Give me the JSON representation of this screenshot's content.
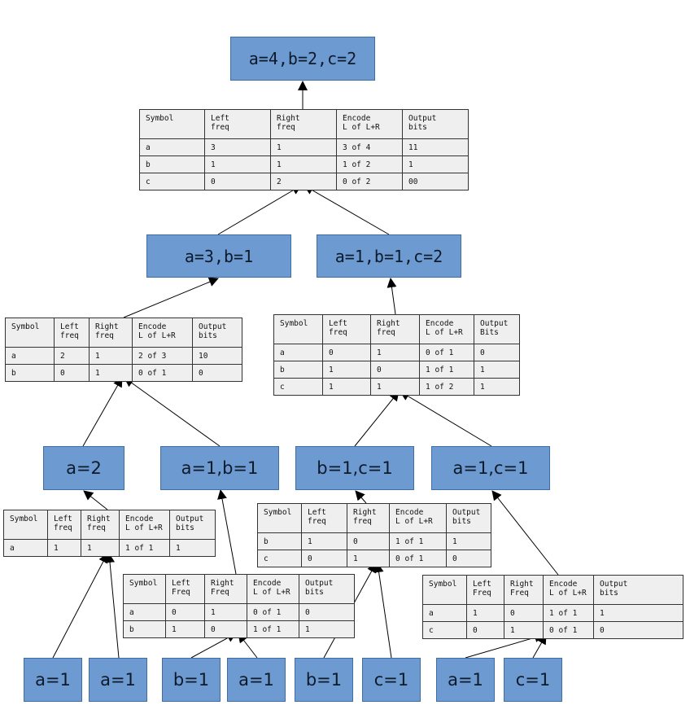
{
  "nodes": {
    "root": "a=4,b=2,c=2",
    "l1_left": "a=3,b=1",
    "l1_right": "a=1,b=1,c=2",
    "l2_a": "a=2",
    "l2_ab": "a=1,b=1",
    "l2_bc": "b=1,c=1",
    "l2_ac": "a=1,c=1",
    "leaf_1": "a=1",
    "leaf_2": "a=1",
    "leaf_3": "b=1",
    "leaf_4": "a=1",
    "leaf_5": "b=1",
    "leaf_6": "c=1",
    "leaf_7": "a=1",
    "leaf_8": "c=1"
  },
  "tables": {
    "t_root": {
      "headers": [
        "Symbol",
        "Left\nfreq",
        "Right\nfreq",
        "Encode\nL of L+R",
        "Output\nbits"
      ],
      "rows": [
        [
          "a",
          "3",
          "1",
          "3 of 4",
          "11"
        ],
        [
          "b",
          "1",
          "1",
          "1 of 2",
          "1"
        ],
        [
          "c",
          "0",
          "2",
          "0 of 2",
          "00"
        ]
      ]
    },
    "t_l1_left": {
      "headers": [
        "Symbol",
        "Left\nfreq",
        "Right\nfreq",
        "Encode\nL of L+R",
        "Output\nbits"
      ],
      "rows": [
        [
          "a",
          "2",
          "1",
          "2 of 3",
          "10"
        ],
        [
          "b",
          "0",
          "1",
          "0 of 1",
          "0"
        ]
      ]
    },
    "t_l1_right": {
      "headers": [
        "Symbol",
        "Left\nfreq",
        "Right\nfreq",
        "Encode\nL of L+R",
        "Output\nBits"
      ],
      "rows": [
        [
          "a",
          "0",
          "1",
          "0 of 1",
          "0"
        ],
        [
          "b",
          "1",
          "0",
          "1 of 1",
          "1"
        ],
        [
          "c",
          "1",
          "1",
          "1 of 2",
          "1"
        ]
      ]
    },
    "t_l2_a": {
      "headers": [
        "Symbol",
        "Left\nfreq",
        "Right\nfreq",
        "Encode\nL of L+R",
        "Output\nbits"
      ],
      "rows": [
        [
          "a",
          "1",
          "1",
          "1 of 1",
          "1"
        ]
      ]
    },
    "t_l2_ab": {
      "headers": [
        "Symbol",
        "Left\nFreq",
        "Right\nFreq",
        "Encode\nL of L+R",
        "Output\nbits"
      ],
      "rows": [
        [
          "a",
          "0",
          "1",
          "0 of 1",
          "0"
        ],
        [
          "b",
          "1",
          "0",
          "1 of 1",
          "1"
        ]
      ]
    },
    "t_l2_bc": {
      "headers": [
        "Symbol",
        "Left\nfreq",
        "Right\nfreq",
        "Encode\nL of L+R",
        "Output\nbits"
      ],
      "rows": [
        [
          "b",
          "1",
          "0",
          "1 of 1",
          "1"
        ],
        [
          "c",
          "0",
          "1",
          "0 of 1",
          "0"
        ]
      ]
    },
    "t_l2_ac": {
      "headers": [
        "Symbol",
        "Left\nFreq",
        "Right\nFreq",
        "Encode\nL of L+R",
        "Output\nbits"
      ],
      "rows": [
        [
          "a",
          "1",
          "0",
          "1 of 1",
          "1"
        ],
        [
          "c",
          "0",
          "1",
          "0 of 1",
          "0"
        ]
      ]
    }
  },
  "colors": {
    "node_fill": "#6d9bd1",
    "node_border": "#3c6fa8",
    "table_fill": "#efefef",
    "edge": "#000000"
  }
}
